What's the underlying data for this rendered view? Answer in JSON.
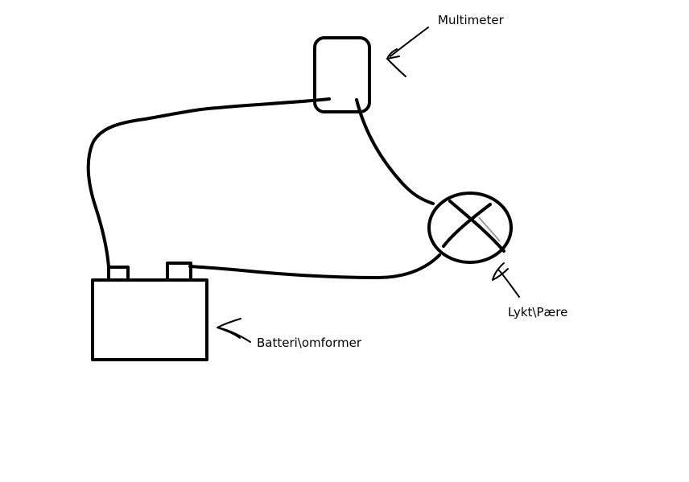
{
  "diagram": {
    "components": {
      "multimeter": {
        "label": "Multimeter"
      },
      "lamp": {
        "label": "Lykt\\Pære"
      },
      "battery": {
        "label": "Batteri\\omformer"
      }
    },
    "colors": {
      "ink": "#000000",
      "background": "#ffffff",
      "lamp_highlight": "#9a9a9a"
    }
  }
}
